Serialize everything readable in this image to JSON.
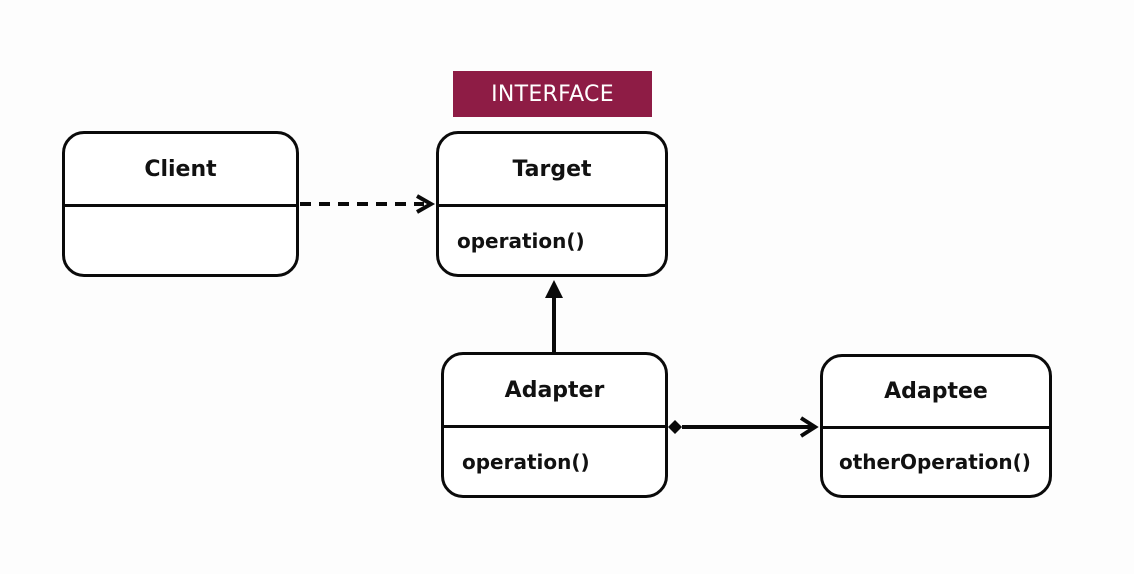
{
  "interface_label": "INTERFACE",
  "classes": {
    "client": {
      "name": "Client",
      "members": ""
    },
    "target": {
      "name": "Target",
      "members": "operation()"
    },
    "adapter": {
      "name": "Adapter",
      "members": "operation()"
    },
    "adaptee": {
      "name": "Adaptee",
      "members": "otherOperation()"
    }
  },
  "colors": {
    "interface_badge": "#8e1c45",
    "lines": "#0a0a0a"
  },
  "relations": [
    {
      "from": "Client",
      "to": "Target",
      "kind": "dependency",
      "style": "dashed"
    },
    {
      "from": "Adapter",
      "to": "Target",
      "kind": "realization-arrow",
      "style": "solid"
    },
    {
      "from": "Adapter",
      "to": "Adaptee",
      "kind": "composition",
      "style": "solid"
    }
  ]
}
